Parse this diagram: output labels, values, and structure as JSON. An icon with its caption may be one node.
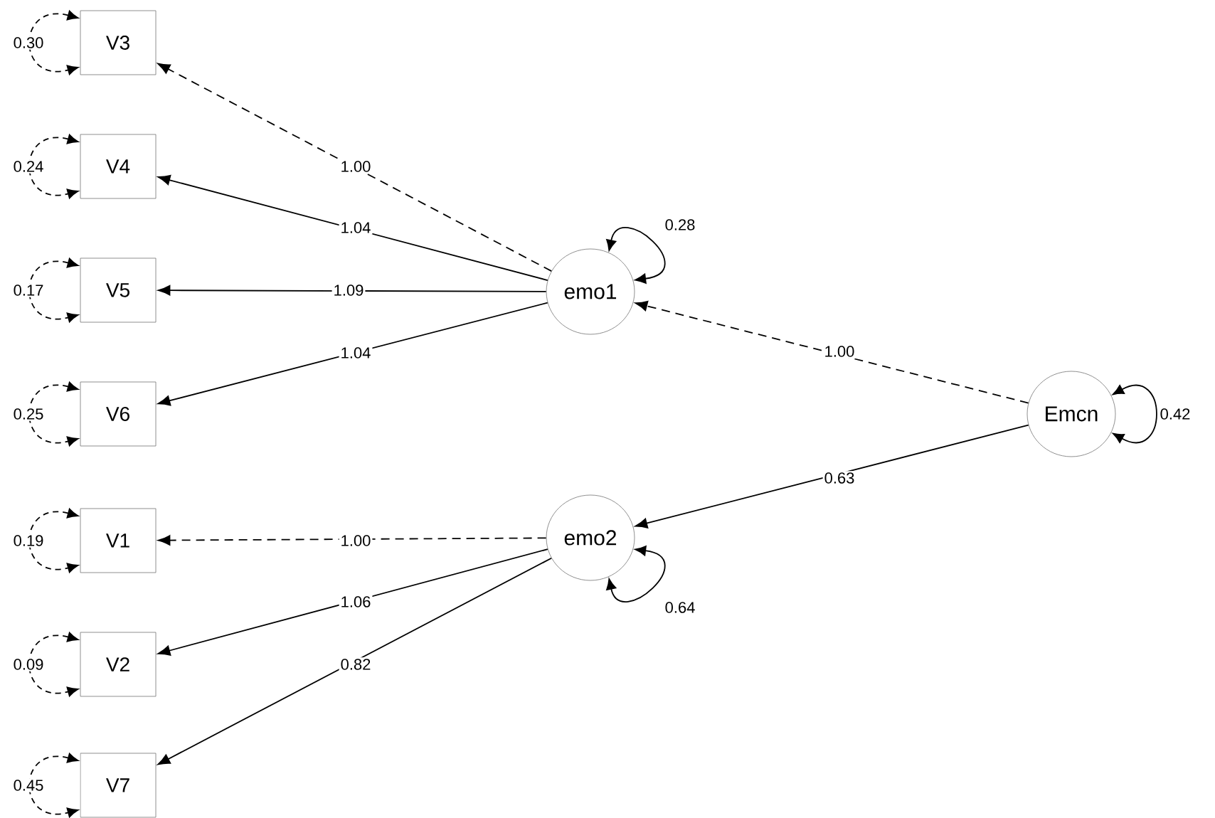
{
  "diagram": {
    "nodes": [
      {
        "text": [
          "V3"
        ]
      },
      {
        "text": [
          "V4"
        ]
      },
      {
        "text": [
          "V5"
        ]
      },
      {
        "text": [
          "V6"
        ]
      },
      {
        "text": [
          "V1"
        ]
      },
      {
        "text": [
          "V2"
        ]
      },
      {
        "text": [
          "V7"
        ]
      },
      {
        "text": [
          "emo1"
        ]
      },
      {
        "text": [
          "emo2"
        ]
      },
      {
        "text": [
          "Emcn"
        ]
      }
    ],
    "edges": [
      {
        "from": 7,
        "to": 0,
        "arrow": "to",
        "label": "1.00",
        "style": "dashed"
      },
      {
        "from": 7,
        "to": 1,
        "arrow": "to",
        "label": "1.04"
      },
      {
        "from": 7,
        "to": 2,
        "arrow": "to",
        "label": "1.09"
      },
      {
        "from": 7,
        "to": 3,
        "arrow": "to",
        "label": "1.04"
      },
      {
        "from": 9,
        "to": 7,
        "arrow": "to",
        "label": "1.00",
        "style": "dashed"
      },
      {
        "from": 9,
        "to": 8,
        "arrow": "to",
        "label": "0.63"
      },
      {
        "from": 8,
        "to": 4,
        "arrow": "to",
        "label": "1.00",
        "style": "dashed"
      },
      {
        "from": 8,
        "to": 5,
        "arrow": "to",
        "label": "1.06"
      },
      {
        "from": 8,
        "to": 6,
        "arrow": "to",
        "label": "0.82"
      },
      {
        "from": 0,
        "to": 0,
        "arrow": "both",
        "label": "0.30",
        "style": "dashed"
      },
      {
        "from": 1,
        "to": 1,
        "arrow": "both",
        "label": "0.24",
        "style": "dashed"
      },
      {
        "from": 2,
        "to": 2,
        "arrow": "both",
        "label": "0.17",
        "style": "dashed"
      },
      {
        "from": 3,
        "to": 3,
        "arrow": "both",
        "label": "0.25",
        "style": "dashed"
      },
      {
        "from": 4,
        "to": 4,
        "arrow": "both",
        "label": "0.19",
        "style": "dashed"
      },
      {
        "from": 5,
        "to": 5,
        "arrow": "both",
        "label": "0.09",
        "style": "dashed"
      },
      {
        "from": 6,
        "to": 6,
        "arrow": "both",
        "label": "0.45",
        "style": "dashed"
      },
      {
        "from": 7,
        "to": 7,
        "arrow": "both",
        "label": "0.28"
      },
      {
        "from": 8,
        "to": 8,
        "arrow": "both",
        "label": "0.64"
      },
      {
        "from": 9,
        "to": 9,
        "arrow": "both",
        "label": "0.42"
      }
    ]
  }
}
